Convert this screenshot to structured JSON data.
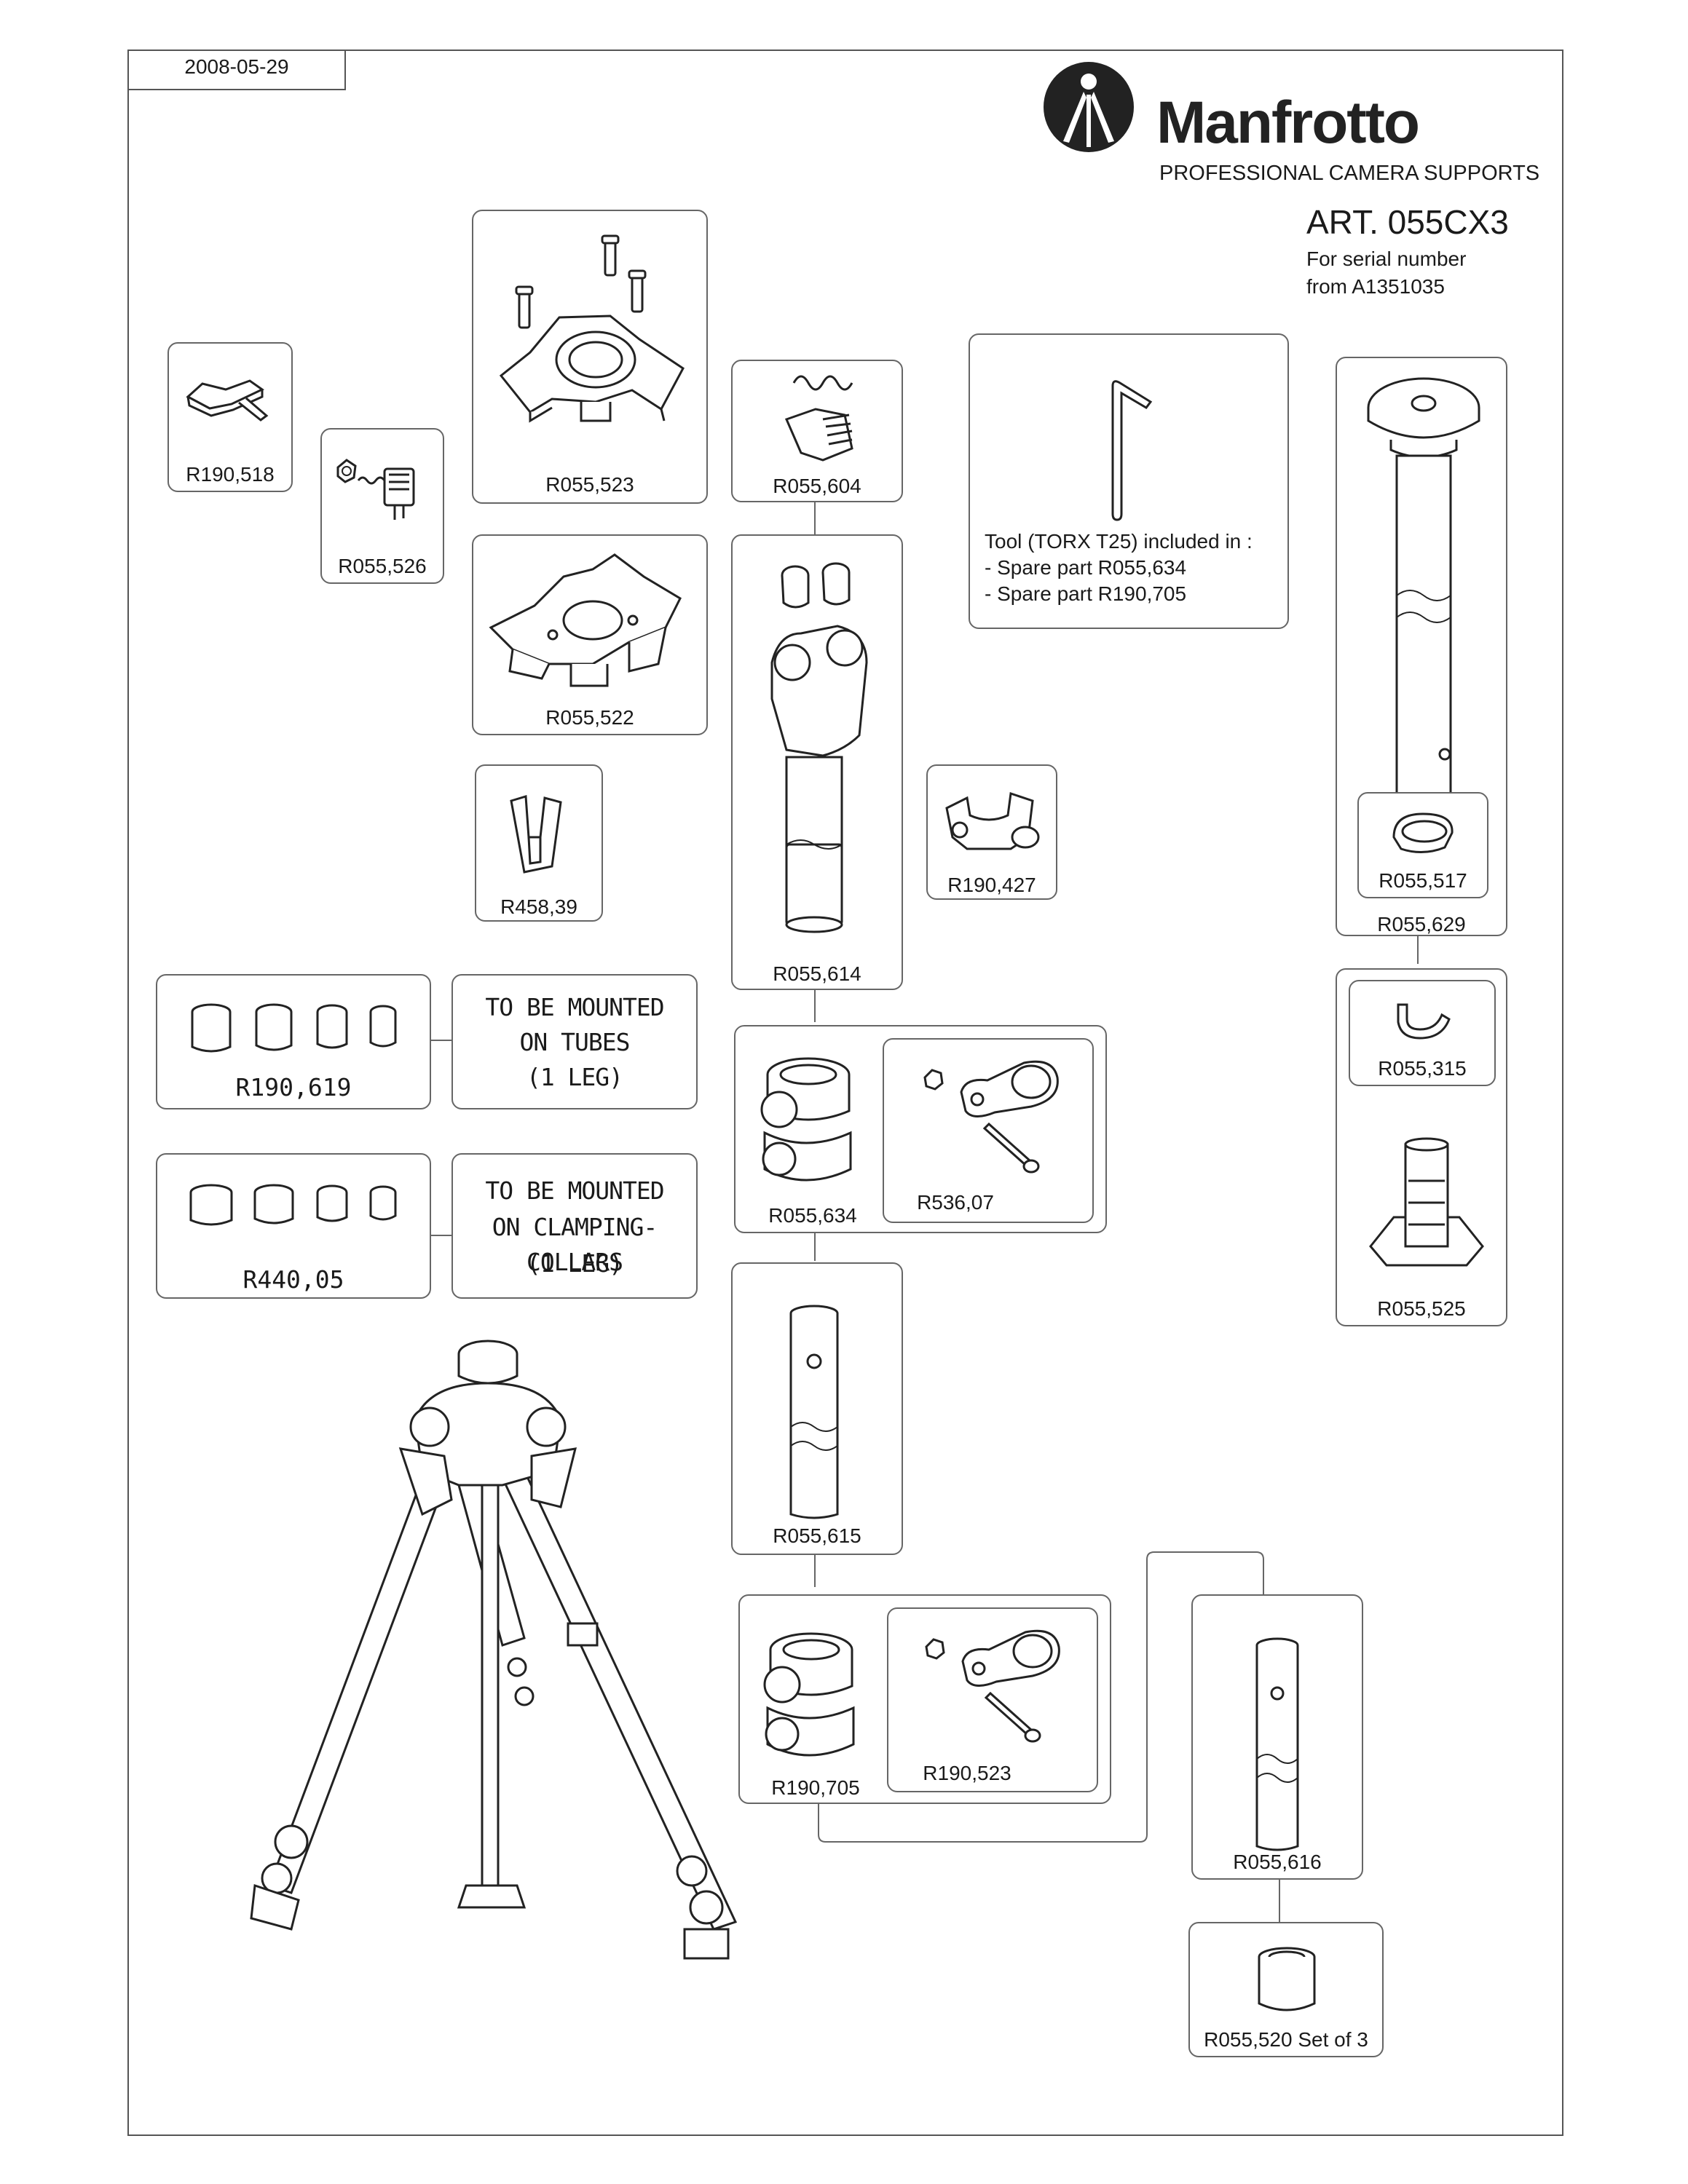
{
  "header": {
    "date": "2008-05-29",
    "brand": "Manfrotto",
    "tagline": "PROFESSIONAL CAMERA SUPPORTS",
    "article": "ART. 055CX3",
    "serial_line1": "For serial number",
    "serial_line2": "from A1351035"
  },
  "tool_note": {
    "line1": "Tool (TORX T25) included in :",
    "line2": "- Spare part R055,634",
    "line3": "- Spare part R190,705"
  },
  "notes": {
    "tubes": [
      "TO BE MOUNTED",
      "ON TUBES",
      "(1 LEG)"
    ],
    "collars": [
      "TO BE MOUNTED",
      "ON CLAMPING-COLLARS",
      "(1 LEG)"
    ]
  },
  "parts": {
    "r190_518": "R190,518",
    "r055_526": "R055,526",
    "r055_523": "R055,523",
    "r055_522": "R055,522",
    "r458_39": "R458,39",
    "r055_604": "R055,604",
    "r055_614": "R055,614",
    "r190_427": "R190,427",
    "r055_629": "R055,629",
    "r055_517": "R055,517",
    "r055_315": "R055,315",
    "r055_525": "R055,525",
    "r190_619": "R190,619",
    "r440_05": "R440,05",
    "r055_634": "R055,634",
    "r536_07": "R536,07",
    "r055_615": "R055,615",
    "r190_705": "R190,705",
    "r190_523": "R190,523",
    "r055_616": "R055,616",
    "r055_520": "R055,520 Set of 3"
  }
}
